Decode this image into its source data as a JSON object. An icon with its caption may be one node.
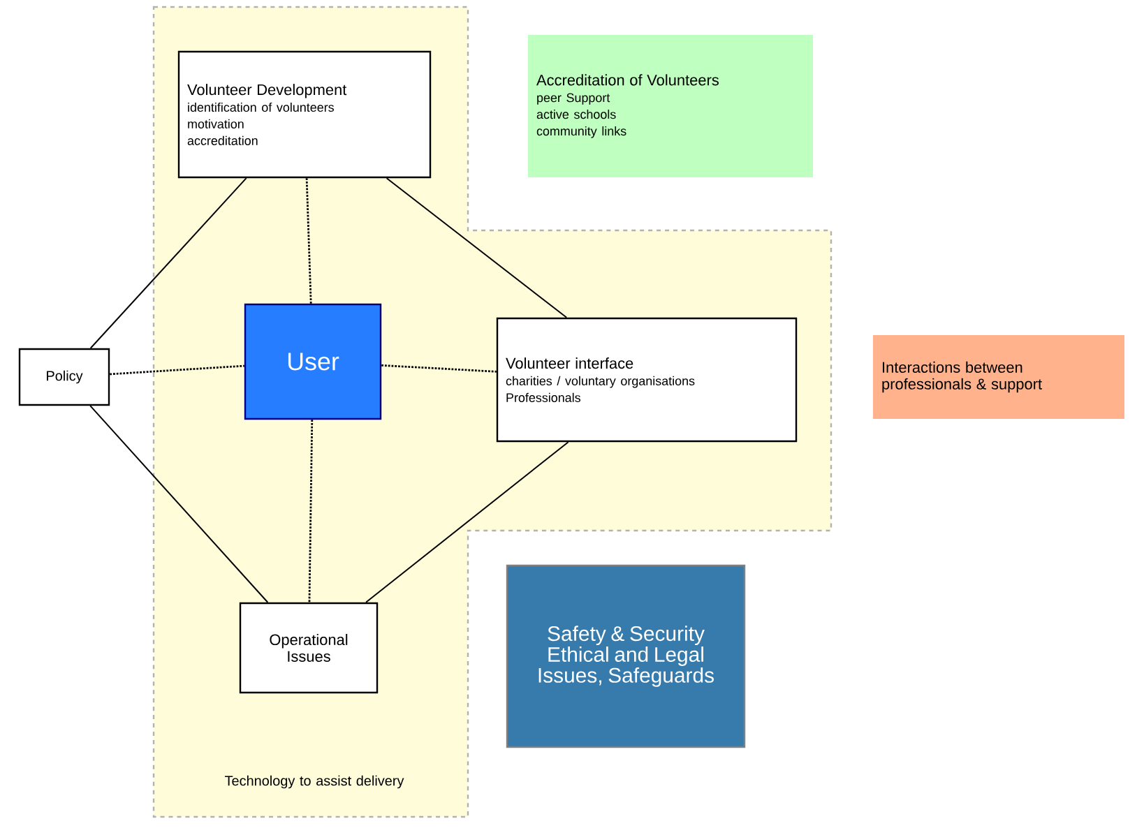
{
  "diagram": {
    "nodes": [
      {
        "text": [
          "Technology to assist delivery"
        ]
      },
      {
        "text": [
          "Volunteer Development",
          "identification of volunteers",
          "motivation",
          "accreditation"
        ],
        "in": 0
      },
      {
        "text": [
          "Accreditation of Volunteers",
          "peer Support",
          "active schools",
          "community links"
        ]
      },
      {
        "text": [
          "Policy"
        ]
      },
      {
        "text": [
          "User"
        ],
        "in": 0
      },
      {
        "text": [
          "Volunteer interface",
          "charities / voluntary organisations",
          "Professionals"
        ],
        "in": 0
      },
      {
        "text": [
          "Interactions between professionals & support"
        ]
      },
      {
        "text": [
          "Operational Issues"
        ],
        "in": 0
      },
      {
        "text": [
          "Safety & Security",
          "Ethical and Legal Issues, Safeguards"
        ]
      }
    ],
    "edges": [
      {
        "from": 3,
        "to": 1,
        "arrow": "none"
      },
      {
        "from": 3,
        "to": 7,
        "arrow": "none"
      },
      {
        "from": 1,
        "to": 5,
        "arrow": "none"
      },
      {
        "from": 7,
        "to": 5,
        "arrow": "none"
      },
      {
        "from": 1,
        "to": 4,
        "arrow": "none",
        "style": "dashed"
      },
      {
        "from": 3,
        "to": 4,
        "arrow": "none",
        "style": "dashed"
      },
      {
        "from": 4,
        "to": 5,
        "arrow": "none",
        "style": "dashed"
      },
      {
        "from": 4,
        "to": 7,
        "arrow": "none",
        "style": "dashed"
      }
    ]
  }
}
